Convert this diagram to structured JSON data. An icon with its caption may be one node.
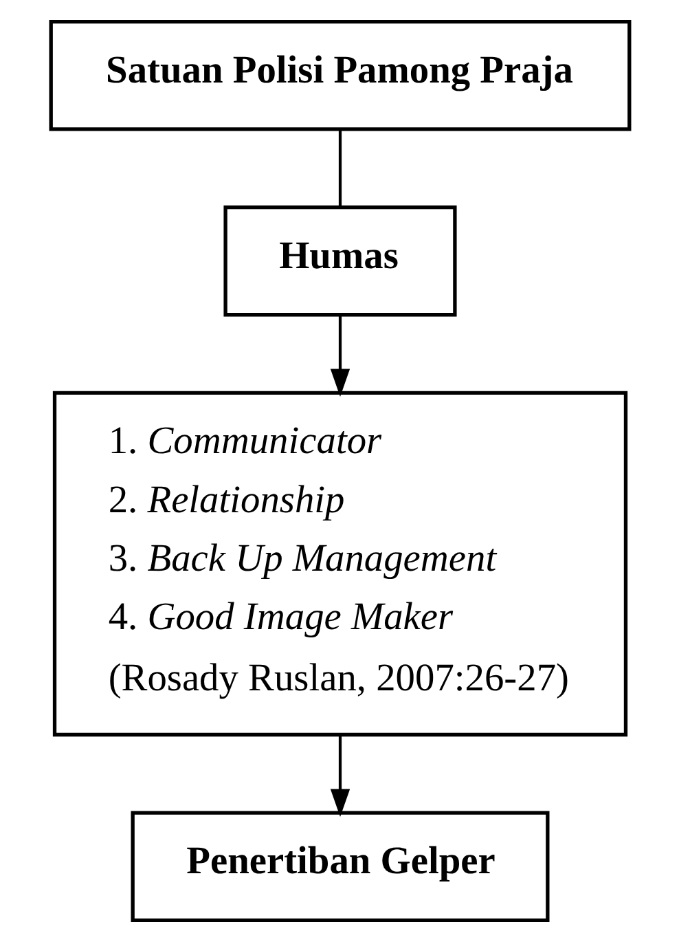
{
  "diagram": {
    "nodes": [
      {
        "text": [
          "Satuan Polisi Pamong Praja"
        ]
      },
      {
        "text": [
          "Humas"
        ]
      },
      {
        "text": [
          "1. *Communicator*",
          "2. *Relationship*",
          "3. *Back Up Management*",
          "4. *Good Image Maker*",
          "(Rosady Ruslan, 2007:26-27)"
        ]
      },
      {
        "text": [
          "Penertiban Gelper"
        ]
      }
    ],
    "edges": [
      {
        "from": 0,
        "to": 1,
        "arrow": "none"
      },
      {
        "from": 1,
        "to": 2,
        "arrow": "to"
      },
      {
        "from": 2,
        "to": 3,
        "arrow": "to"
      }
    ]
  }
}
